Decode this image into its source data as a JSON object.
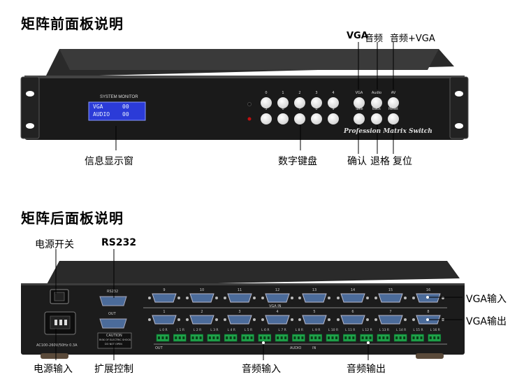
{
  "front": {
    "title": "矩阵前面板说明",
    "lcd_caption": "SYSTEM MONITOR",
    "lcd_line1_label": "VGA",
    "lcd_line1_value": "00",
    "lcd_line2_label": "AUDIO",
    "lcd_line2_value": "00",
    "keys_row1": [
      "0",
      "1",
      "2",
      "3",
      "4"
    ],
    "keys_row2": [
      "5",
      "6",
      "7",
      "8",
      "9"
    ],
    "mode_keys": [
      "VGA",
      "Audio",
      "AV"
    ],
    "action_keys": [
      "Take",
      "Back",
      "Reset"
    ],
    "brand": "Profession Matrix Switch",
    "callouts": {
      "monitor": "信息显示窗",
      "keypad": "数字键盘",
      "vga": "VGA",
      "audio": "音频",
      "audio_vga": "音频+VGA",
      "confirm": "确认",
      "back": "退格",
      "reset": "复位"
    }
  },
  "rear": {
    "title": "矩阵后面板说明",
    "rs232_label": "RS232",
    "out_label": "OUT",
    "caution": "CAUTION",
    "caution_text1": "RISK OF ELECTRIC SHOCK",
    "caution_text2": "DO NOT OPEN",
    "power_rating": "AC100-260V/50Hz 0.3A",
    "vga_in_label": "VGA IN",
    "audio_label": "AUDIO",
    "audio_in_label": "IN",
    "audio_out_label": "OUT",
    "vga_in_numbers": [
      "9",
      "10",
      "11",
      "12",
      "13",
      "14",
      "15",
      "16"
    ],
    "vga_out_numbers": [
      "1",
      "2",
      "3",
      "4",
      "5",
      "6",
      "7",
      "8"
    ],
    "audio_channels": [
      "L 0 R",
      "L 1 R",
      "L 2 R",
      "L 3 R",
      "L 4 R",
      "L 5 R",
      "L 6 R",
      "L 7 R",
      "L 8 R",
      "L 9 R",
      "L 10 R",
      "L 11 R",
      "L 12 R",
      "L 13 R",
      "L 14 R",
      "L 15 R",
      "L 16 R"
    ],
    "callouts": {
      "power_switch": "电源开关",
      "rs232": "RS232",
      "vga_in": "VGA输入",
      "vga_out": "VGA输出",
      "power_in": "电源输入",
      "ext_control": "扩展控制",
      "audio_in": "音频输入",
      "audio_out": "音频输出"
    }
  }
}
